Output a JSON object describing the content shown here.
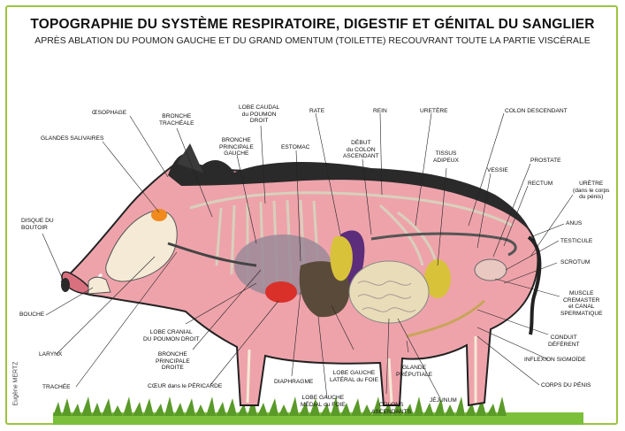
{
  "title": "TOPOGRAPHIE DU SYSTÈME RESPIRATOIRE, DIGESTIF ET GÉNITAL DU SANGLIER",
  "subtitle": "APRÈS ABLATION DU POUMON GAUCHE ET DU GRAND OMENTUM (TOILETTE) RECOUVRANT TOUTE LA PARTIE VISCÉRALE",
  "credit": "Eugène MERTZ",
  "labels": {
    "oesophage": "ŒSOPHAGE",
    "bronche_tracheale": "BRONCHE\nTRACHÉALE",
    "lobe_caudal": "LOBE CAUDAL\ndu POUMON\nDROIT",
    "rate": "RATE",
    "rein": "REIN",
    "uretere": "URETÈRE",
    "colon_descendant": "COLON DESCENDANT",
    "glandes_salivaires": "GLANDES SALIVAIRES",
    "bronche_principale_gauche": "BRONCHE\nPRINCIPALE\nGAUCHE",
    "estomac": "ESTOMAC",
    "debut_colon": "DÉBUT\ndu COLON\nASCENDANT",
    "tissus_adipeux": "TISSUS\nADIPEUX",
    "vessie": "VESSIE",
    "prostate": "PROSTATE",
    "rectum": "RECTUM",
    "uretre": "URÈTRE\n(dans le corps\ndu pénis)",
    "disque_boutoir": "DISQUE DU\nBOUTOIR",
    "anus": "ANUS",
    "testicule": "TESTICULE",
    "scrotum": "SCROTUM",
    "muscle_cremaster": "MUSCLE\nCREMASTER\net CANAL\nSPERMATIQUE",
    "bouche": "BOUCHE",
    "lobe_cranial": "LOBE CRANIAL\nDU POUMON DROIT",
    "conduit_deferent": "CONDUIT\nDÉFÉRENT",
    "larynx": "LARYNX",
    "bronche_principale_droite": "BRONCHE\nPRINCIPALE\nDROITE",
    "inflexion_sigmoide": "INFLEXION SIGMOÏDE",
    "lobe_gauche_lateral": "LOBE GAUCHE\nLATÉRAL du FOIE",
    "glande_preputiale": "GLANDE\nPRÉPUTIALE",
    "trachee": "TRACHÉE",
    "coeur": "CŒUR dans le PÉRICARDE",
    "diaphragme": "DIAPHRAGME",
    "jejunum": "JÉJUNUM",
    "corps_du_penis": "CORPS DU PÉNIS",
    "lobe_gauche_medial": "LOBE GAUCHE\nMÉDIAL du FOIE",
    "colons_ascendants": "COLONS\nASCENDANTS"
  },
  "colors": {
    "frame": "#9bc53d",
    "body_skin": "#e8a2a8",
    "bristles": "#2a2a2a",
    "grass": "#6da832",
    "liver": "#5a4a3a",
    "spleen": "#5b2d7a",
    "kidney_fat": "#d8c23a",
    "heart": "#d9302a",
    "snout_disk": "#f08a1c"
  }
}
